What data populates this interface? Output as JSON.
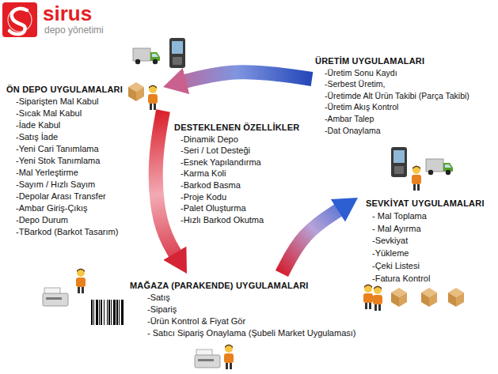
{
  "diagram": {
    "nodes": [
      {
        "text": [
          "ÜRETİM  UYGULAMALARI",
          "-Üretim Sonu Kaydı",
          "-Serbest Üretim,",
          "-Üretimde Alt Ürün Takibi (Parça Takibi)",
          "-Üretim Akış Kontrol",
          "-Ambar Talep",
          "-Dat Onaylama"
        ]
      },
      {
        "text": [
          "ÖN DEPO UYGULAMALARI",
          "-Siparişten Mal Kabul",
          "-Sıcak Mal Kabul",
          "-İade Kabul",
          "-Satış İade",
          "-Yeni Cari Tanımlama",
          "-Yeni Stok Tanımlama",
          "-Mal Yerleştirme",
          "-Sayım / Hızlı Sayım",
          "-Depolar Arası Transfer",
          "-Ambar Giriş-Çıkış",
          "-Depo Durum",
          "-TBarkod (Barkot Tasarım)"
        ]
      },
      {
        "text": [
          "DESTEKLENEN ÖZELLİKLER",
          "-Dinamik Depo",
          "-Seri / Lot Desteği",
          "-Esnek Yapılandırma",
          "-Karma Koli",
          "-Barkod Basma",
          "-Proje Kodu",
          "-Palet Oluşturma",
          "-Hızlı Barkod Okutma"
        ]
      },
      {
        "text": [
          "SEVKİYAT  UYGULAMALARI",
          "- Mal Toplama",
          "- Mal Ayırma",
          "-Sevkiyat",
          "-Yükleme",
          "-Çeki Listesi",
          "-Fatura Kontrol"
        ]
      },
      {
        "text": [
          "MAĞAZA (PARAKENDE) UYGULAMALARI",
          "-Satış",
          "-Sipariş",
          "-Ürün Kontrol & Fiyat  Gör",
          "- Satıcı Sipariş Onaylama (Şubeli Market Uygulaması)"
        ]
      }
    ],
    "edges": [
      {
        "from": 0,
        "to": 1,
        "arrow": "to"
      },
      {
        "from": 1,
        "to": 4,
        "arrow": "to"
      },
      {
        "from": 4,
        "to": 3,
        "arrow": "to"
      }
    ],
    "labels": [
      "sirus",
      "depo yönetimi"
    ]
  }
}
